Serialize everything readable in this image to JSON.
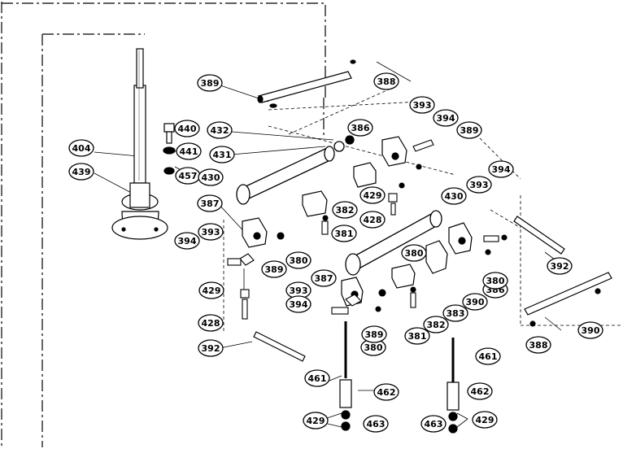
{
  "diagram": {
    "type": "exploded-parts-drawing",
    "callouts": [
      {
        "id": "c-389-a",
        "text": "389"
      },
      {
        "id": "c-388-a",
        "text": "388"
      },
      {
        "id": "c-393-a",
        "text": "393"
      },
      {
        "id": "c-394-a",
        "text": "394"
      },
      {
        "id": "c-389-b",
        "text": "389"
      },
      {
        "id": "c-440",
        "text": "440"
      },
      {
        "id": "c-441",
        "text": "441"
      },
      {
        "id": "c-432",
        "text": "432"
      },
      {
        "id": "c-431",
        "text": "431"
      },
      {
        "id": "c-386",
        "text": "386"
      },
      {
        "id": "c-404",
        "text": "404"
      },
      {
        "id": "c-439",
        "text": "439"
      },
      {
        "id": "c-457",
        "text": "457"
      },
      {
        "id": "c-430-a",
        "text": "430"
      },
      {
        "id": "c-429-a",
        "text": "429"
      },
      {
        "id": "c-428-a",
        "text": "428"
      },
      {
        "id": "c-387-a",
        "text": "387"
      },
      {
        "id": "c-382-a",
        "text": "382"
      },
      {
        "id": "c-381-a",
        "text": "381"
      },
      {
        "id": "c-430-b",
        "text": "430"
      },
      {
        "id": "c-393-b",
        "text": "393"
      },
      {
        "id": "c-394-b",
        "text": "394"
      },
      {
        "id": "c-393-c",
        "text": "393"
      },
      {
        "id": "c-394-c",
        "text": "394"
      },
      {
        "id": "c-389-c",
        "text": "389"
      },
      {
        "id": "c-380-a",
        "text": "380"
      },
      {
        "id": "c-380-b",
        "text": "380"
      },
      {
        "id": "c-392-a",
        "text": "392"
      },
      {
        "id": "c-386-b",
        "text": "386"
      },
      {
        "id": "c-380-c",
        "text": "380"
      },
      {
        "id": "c-387-b",
        "text": "387"
      },
      {
        "id": "c-393-d",
        "text": "393"
      },
      {
        "id": "c-394-d",
        "text": "394"
      },
      {
        "id": "c-429-b",
        "text": "429"
      },
      {
        "id": "c-428-b",
        "text": "428"
      },
      {
        "id": "c-390",
        "text": "390"
      },
      {
        "id": "c-383",
        "text": "383"
      },
      {
        "id": "c-382-b",
        "text": "382"
      },
      {
        "id": "c-381-b",
        "text": "381"
      },
      {
        "id": "c-380-d",
        "text": "380"
      },
      {
        "id": "c-389-d",
        "text": "389"
      },
      {
        "id": "c-392-b",
        "text": "392"
      },
      {
        "id": "c-390-b",
        "text": "390"
      },
      {
        "id": "c-388-b",
        "text": "388"
      },
      {
        "id": "c-461-a",
        "text": "461"
      },
      {
        "id": "c-462-a",
        "text": "462"
      },
      {
        "id": "c-429-c",
        "text": "429"
      },
      {
        "id": "c-463-a",
        "text": "463"
      },
      {
        "id": "c-461-b",
        "text": "461"
      },
      {
        "id": "c-462-b",
        "text": "462"
      },
      {
        "id": "c-463-b",
        "text": "463"
      },
      {
        "id": "c-429-d",
        "text": "429"
      }
    ]
  }
}
